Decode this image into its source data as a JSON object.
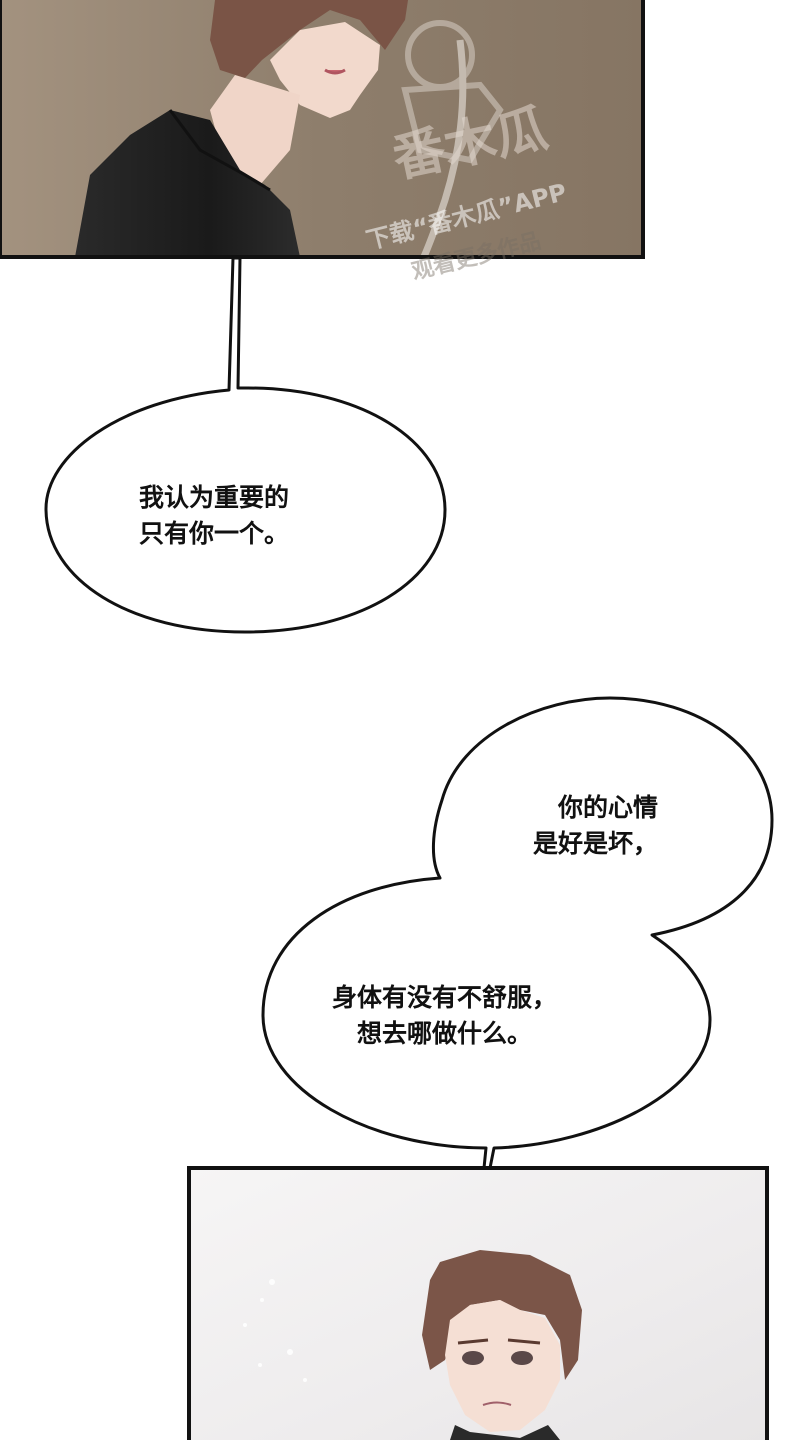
{
  "panels": {
    "top": {
      "scene": "man-in-black-shirt-speaking"
    },
    "bottom": {
      "scene": "man-worried-expression"
    }
  },
  "bubbles": {
    "first": {
      "lines": [
        "我认为重要的",
        "只有你一个。"
      ]
    },
    "second_top": {
      "lines": [
        "你的心情",
        "是好是坏，"
      ]
    },
    "second_bottom": {
      "lines": [
        "身体有没有不舒服，",
        "想去哪做什么。"
      ]
    }
  },
  "watermark": {
    "logo_text": "番木瓜",
    "line1": "下载“番木瓜”APP",
    "line2": "观看更多作品"
  },
  "colors": {
    "panel_top_bg": "#8c7c6a",
    "panel_bottom_bg": "#f3f1f1",
    "hair": "#7a5548",
    "shirt": "#202020",
    "skin": "#f4ddd2"
  }
}
